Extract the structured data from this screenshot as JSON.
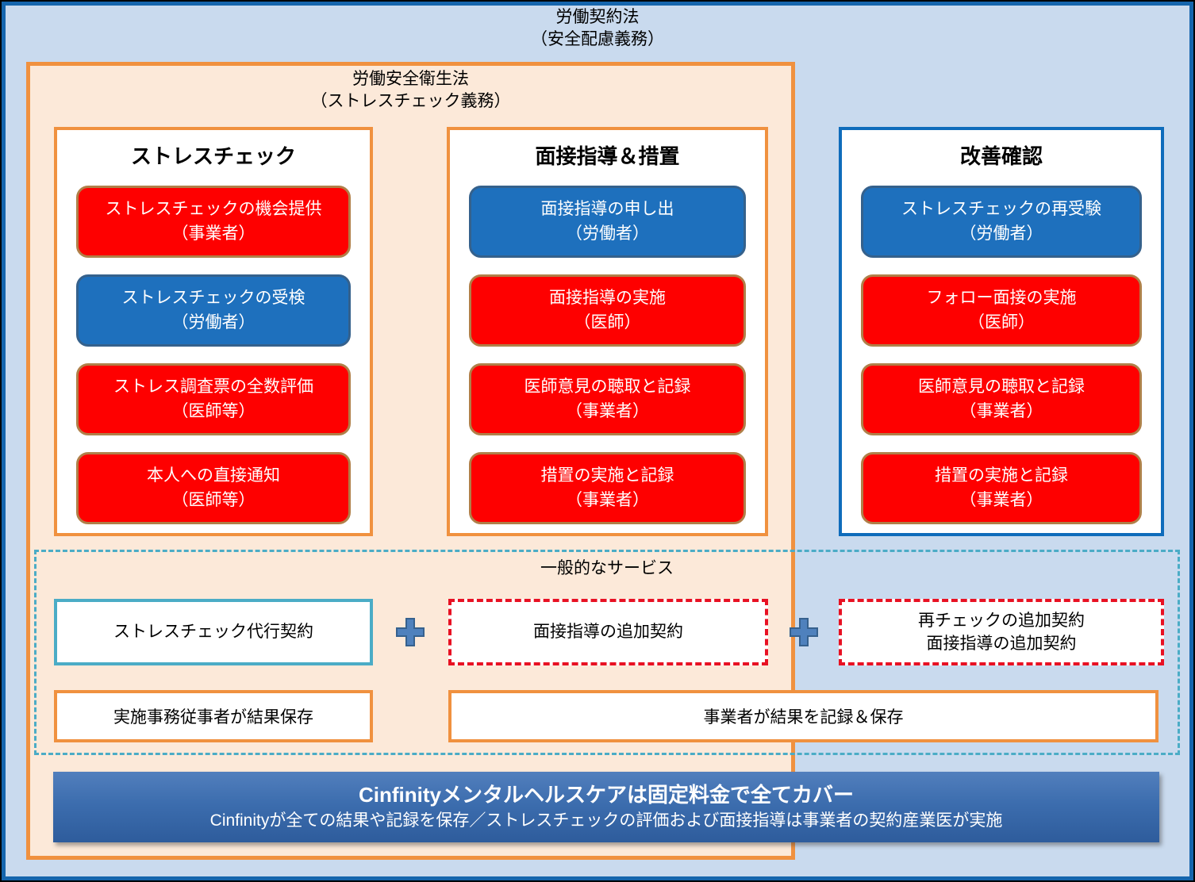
{
  "colors": {
    "outer_border": "#1565ad",
    "outer_bg": "#c9daee",
    "orange_border": "#f0913f",
    "orange_bg": "#fce9d9",
    "red_step_bg": "#fe0000",
    "red_step_border": "#b07f48",
    "blue_step_bg": "#1e70bd",
    "blue_step_border": "#35618c",
    "column3_border": "#0f6cbb",
    "teal_dashed": "#4bacc6",
    "red_dashed": "#e81123",
    "plus_fill": "#4f81bd",
    "banner_gradient_top": "#527fbd",
    "banner_gradient_bottom": "#2e5c9c"
  },
  "outer_title": "労働契約法\n（安全配慮義務）",
  "orange_title": "労働安全衛生法\n（ストレスチェック義務）",
  "columns": [
    {
      "header": "ストレスチェック",
      "items": [
        {
          "text": "ストレスチェックの機会提供\n（事業者）",
          "variant": "red"
        },
        {
          "text": "ストレスチェックの受検\n（労働者）",
          "variant": "blue"
        },
        {
          "text": "ストレス調査票の全数評価\n（医師等）",
          "variant": "red"
        },
        {
          "text": "本人への直接通知\n（医師等）",
          "variant": "red"
        }
      ]
    },
    {
      "header": "面接指導＆措置",
      "items": [
        {
          "text": "面接指導の申し出\n（労働者）",
          "variant": "blue"
        },
        {
          "text": "面接指導の実施\n（医師）",
          "variant": "red"
        },
        {
          "text": "医師意見の聴取と記録\n（事業者）",
          "variant": "red"
        },
        {
          "text": "措置の実施と記録\n（事業者）",
          "variant": "red"
        }
      ]
    },
    {
      "header": "改善確認",
      "items": [
        {
          "text": "ストレスチェックの再受験\n（労働者）",
          "variant": "blue"
        },
        {
          "text": "フォロー面接の実施\n（医師）",
          "variant": "red"
        },
        {
          "text": "医師意見の聴取と記録\n（事業者）",
          "variant": "red"
        },
        {
          "text": "措置の実施と記録\n（事業者）",
          "variant": "red"
        }
      ]
    }
  ],
  "services": {
    "title": "一般的なサービス",
    "box1": "ストレスチェック代行契約",
    "box2": "面接指導の追加契約",
    "box3": "再チェックの追加契約\n面接指導の追加契約"
  },
  "storage": {
    "left": "実施事務従事者が結果保存",
    "right": "事業者が結果を記録＆保存"
  },
  "banner": {
    "line1": "Cinfinityメンタルヘルスケアは固定料金で全てカバー",
    "line2": "Cinfinityが全ての結果や記録を保存／ストレスチェックの評価および面接指導は事業者の契約産業医が実施"
  }
}
